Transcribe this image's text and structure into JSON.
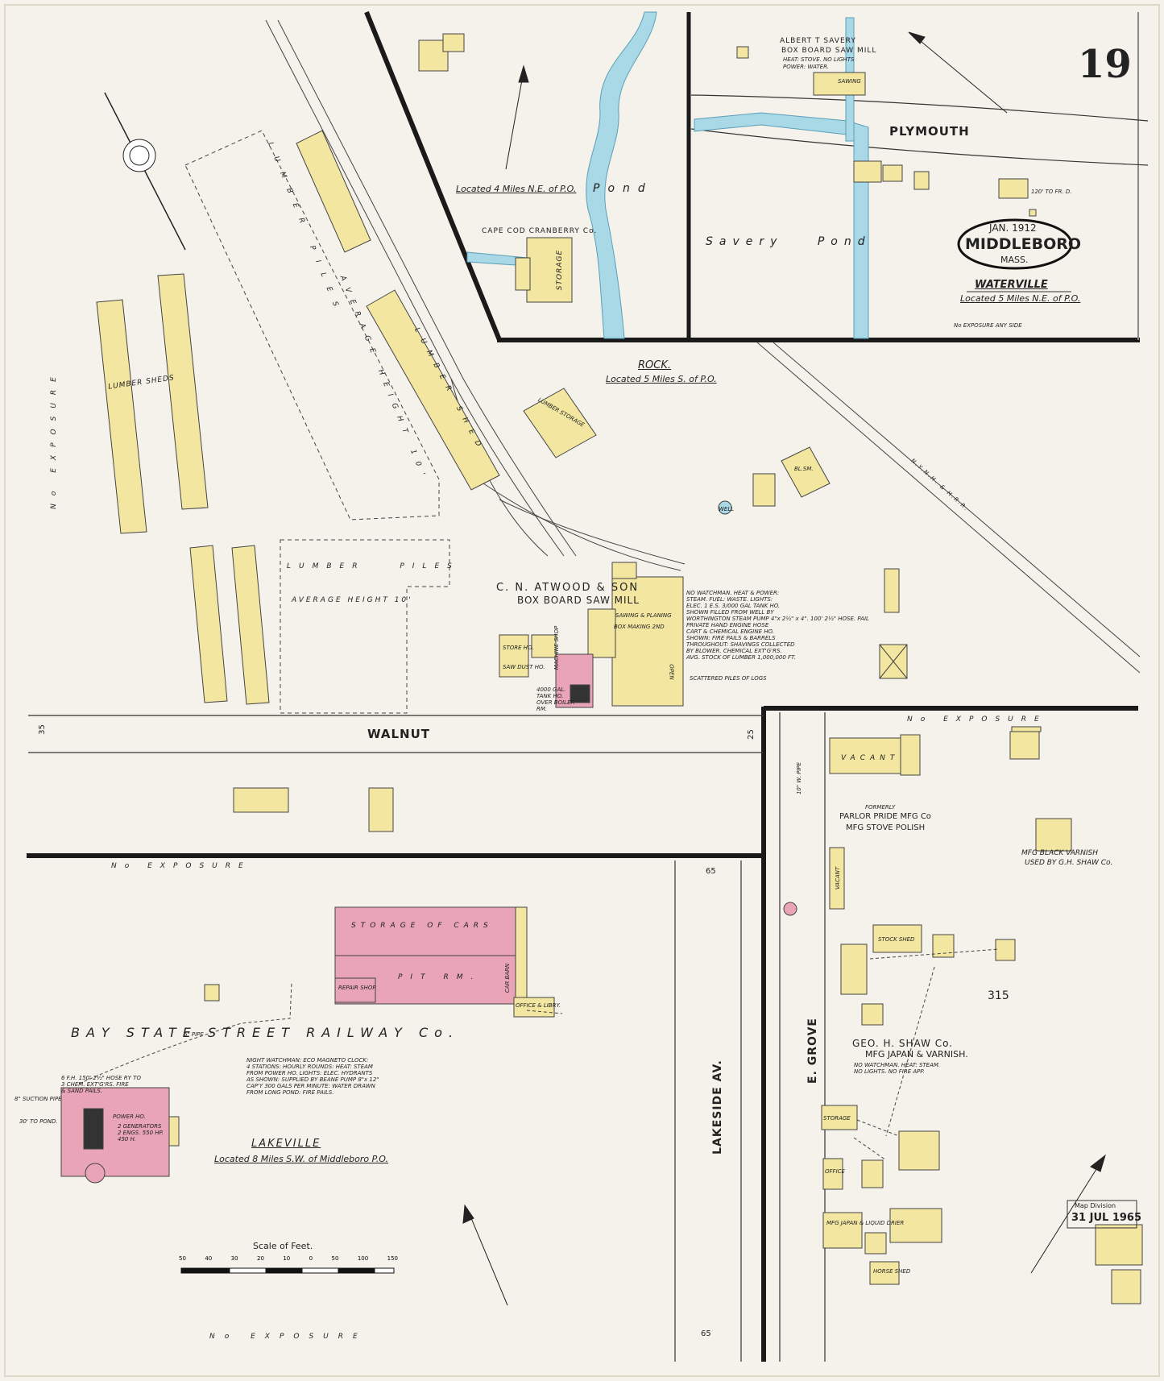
{
  "sheet": {
    "number": "19",
    "date": "JAN. 1912",
    "town": "MIDDLEBORO",
    "state": "MASS.",
    "stamp_line1": "Map Division",
    "stamp_line2": "31 JUL 1965"
  },
  "insets": {
    "top_left_note": "Located 4 Miles N.E. of P.O.",
    "cranberry": "CAPE COD CRANBERRY Co.",
    "storage": "STORAGE",
    "pond1": "Pond",
    "savery_pond": "Savery Pond",
    "savery_mill_1": "ALBERT T SAVERY",
    "savery_mill_2": "BOX BOARD SAW MILL",
    "savery_mill_3": "HEAT: STOVE. NO LIGHTS",
    "savery_mill_4": "POWER: WATER.",
    "sawing": "SAWING",
    "plymouth": "PLYMOUTH",
    "waterville": "WATERVILLE",
    "waterville_loc": "Located 5 Miles N.E. of P.O.",
    "no_exposure_any_side": "No EXPOSURE ANY SIDE",
    "to_fr_d": "120' TO FR. D.",
    "rock": "ROCK.",
    "rock_loc": "Located 5 Miles S. of P.O."
  },
  "rock_area": {
    "lumber_sheds": "LUMBER SHEDS",
    "lumber_shed": "LUMBER SHED",
    "lumber_piles": "LUMBER PILES",
    "avg_height": "AVERAGE HEIGHT 10'",
    "lumber_piles2": "LUMBER PILES",
    "avg_height2": "AVERAGE HEIGHT 10'",
    "lumber_storage": "LUMBER STORAGE",
    "no_exposure": "No EXPOSURE",
    "atwood_1": "C. N. ATWOOD & SON",
    "atwood_2": "BOX BOARD SAW MILL",
    "sawing_planing": "SAWING & PLANING",
    "box_making": "BOX MAKING 2ND",
    "store_ho": "STORE HO.",
    "saw_dust": "SAW DUST HO.",
    "machine_shop": "MACHINE SHOP",
    "open": "OPEN",
    "scattered": "SCATTERED PILES OF LOGS",
    "well": "WELL",
    "bl_sm": "BL.SM.",
    "nynh": "N.Y.N.H. & H.R.R.",
    "walnut": "WALNUT",
    "atwood_notes": "NO WATCHMAN. HEAT & POWER:\nSTEAM. FUEL: WASTE. LIGHTS:\nELEC. 1 E.S. 3/000 GAL TANK HO.\nSHOWN FILLED FROM WELL BY\nWORTHINGTON STEAM PUMP 4\"x 2½\" x 4\". 100' 2½\" HOSE. PAIL\nPRIVATE HAND ENGINE HOSE\nCART & CHEMICAL ENGINE HO.\nSHOWN: FIRE PAILS & BARRELS\nTHROUGHOUT: SHAVINGS COLLECTED\nBY BLOWER. CHEMICAL EXT'G'RS.\nAVG. STOCK OF LUMBER 1,000,000 FT.",
    "tank_note": "4000 GAL.\nTANK HO.\nOVER BOILER\nRM."
  },
  "lakeville": {
    "company": "BAY STATE STREET RAILWAY Co.",
    "storage_cars": "STORAGE OF CARS",
    "pit_rm": "PIT RM.",
    "car_barn": "CAR BARN",
    "repair_shop": "REPAIR SHOP",
    "power_ho": "POWER HO.",
    "generators": "2 GENERATORS\n2 ENGS. 550 HP.\n450 H.",
    "office": "OFFICE & LIBRY.",
    "lakeville": "LAKEVILLE",
    "lakeville_loc": "Located 8 Miles S.W. of Middleboro P.O.",
    "notes": "NIGHT WATCHMAN: ECO MAGNETO CLOCK:\n4 STATIONS: HOURLY ROUNDS: HEAT: STEAM\nFROM POWER HO. LIGHTS: ELEC. HYDRANTS\nAS SHOWN: SUPPLIED BY BEANE PUMP 8\"x 12\"\nCAP'Y 300 GALS PER MINUTE: WATER DRAWN\nFROM LONG POND: FIRE PAILS.",
    "hose_note": "6 F.H. 150' 2½\" HOSE RY TO\n3 CHEM. EXT'G'RS. FIRE\n& SAND PAILS.",
    "pipe": "6\" PIPE",
    "suction": "8\" SUCTION PIPE",
    "to_pond": "30' TO POND.",
    "scale_title": "Scale of Feet.",
    "scale_ticks": [
      "50",
      "40",
      "30",
      "20",
      "10",
      "0",
      "50",
      "100",
      "150"
    ],
    "lakeside": "LAKESIDE AV.",
    "no_exposure_top": "No EXPOSURE",
    "no_exposure_bottom": "No EXPOSURE"
  },
  "shaw": {
    "e_grove": "E. GROVE",
    "pipe": "10\" W. PIPE",
    "vacant": "VACANT",
    "vacant2": "VACANT",
    "formerly": "FORMERLY",
    "parlor_pride": "PARLOR PRIDE MFG Co",
    "stove_polish": "MFG STOVE POLISH",
    "black_varnish": "MFG BLACK VARNISH",
    "used_by": "USED BY G.H. SHAW Co.",
    "company": "GEO. H. SHAW Co.",
    "mfg": "MFG JAPAN & VARNISH.",
    "notes": "NO WATCHMAN. HEAT: STEAM.\nNO LIGHTS. NO FIRE APP.",
    "block": "315",
    "stock_shed": "STOCK SHED",
    "storage": "STORAGE",
    "office": "OFFICE",
    "horse_shed": "HORSE SHED",
    "mfg_japan": "MFG JAPAN & LIQUID DRIER",
    "no_exposure": "No EXPOSURE"
  },
  "street_numbers": {
    "walnut_left": "35",
    "walnut_right": "25",
    "lakeside_top": "65",
    "lakeside_bottom": "65"
  },
  "colors": {
    "paper": "#f4f2ea",
    "yellow": "#f2e6a1",
    "pink": "#e9a4b8",
    "water": "#a9d9e6",
    "ink": "#222222"
  }
}
